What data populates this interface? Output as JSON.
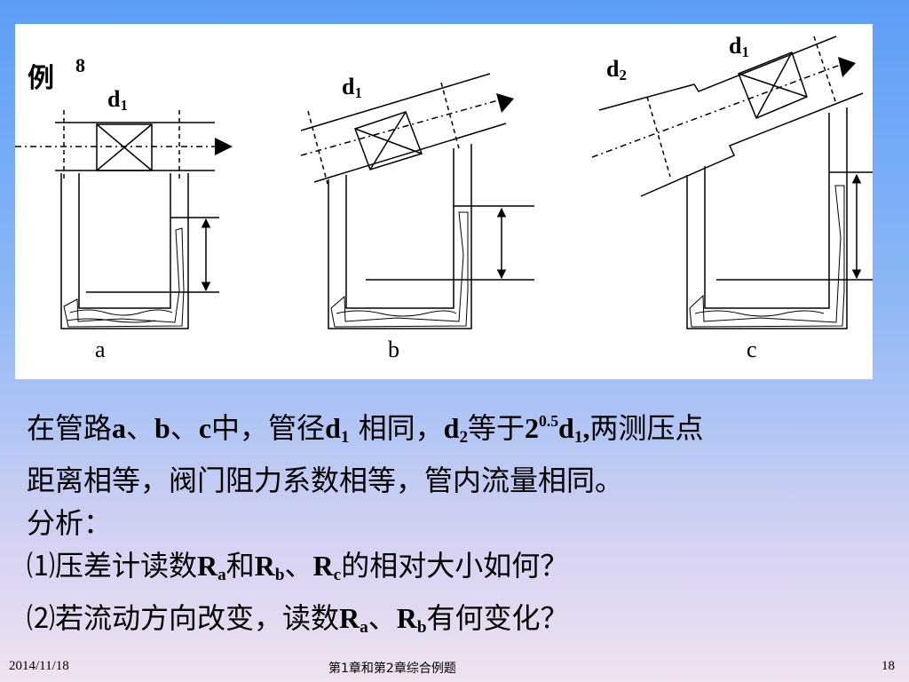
{
  "example": {
    "label": "例",
    "number": "8"
  },
  "diagram": {
    "panel_a": {
      "letter": "a",
      "d_label": "d",
      "d_sub": "1"
    },
    "panel_b": {
      "letter": "b",
      "d_label": "d",
      "d_sub": "1"
    },
    "panel_c": {
      "letter": "c",
      "d1_label": "d",
      "d1_sub": "1",
      "d2_label": "d",
      "d2_sub": "2"
    }
  },
  "text": {
    "line1": {
      "p1": "在管路",
      "a": "a",
      "sep1": "、",
      "b": "b",
      "sep2": "、",
      "c": "c",
      "p2": "中，管径",
      "d1": "d",
      "d1_sub": "1",
      "p3": " 相同，",
      "d2": "d",
      "d2_sub": "2",
      "p4": "等于",
      "two": "2",
      "exp": "0.5",
      "d1b": "d",
      "d1b_sub": "1",
      "p5": ",",
      "p6": "两测压点"
    },
    "line2": "距离相等，阀门阻力系数相等，管内流量相同。",
    "line3": "分析：",
    "line4": {
      "num": "⑴",
      "p1": "压差计读数",
      "R1": "R",
      "R1_sub": "a",
      "p2": "和",
      "R2": "R",
      "R2_sub": "b",
      "sep": "、",
      "R3": "R",
      "R3_sub": "c",
      "p3": "的相对大小如何？"
    },
    "line5": {
      "num": "⑵",
      "p1": "若流动方向改变，读数",
      "R1": "R",
      "R1_sub": "a",
      "sep": "、",
      "R2": "R",
      "R2_sub": "b",
      "p2": "有何变化？"
    }
  },
  "footer": {
    "date": "2014/11/18",
    "title": "第1章和第2章综合例题",
    "page": "18"
  }
}
